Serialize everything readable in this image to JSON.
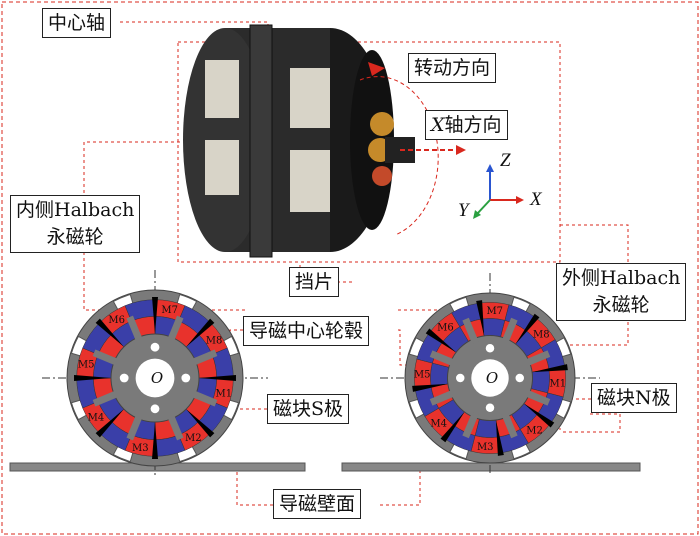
{
  "labels": {
    "center_shaft": "中心轴",
    "rotation_direction": "转动方向",
    "x_axis_direction_var": "X",
    "x_axis_direction_text": "轴方向",
    "inner_wheel_line1": "内侧Halbach",
    "inner_wheel_line2": "永磁轮",
    "baffle": "挡片",
    "outer_wheel_line1": "外侧Halbach",
    "outer_wheel_line2": "永磁轮",
    "magnetic_hub": "导磁中心轮毂",
    "magnet_s_pole": "磁块S极",
    "magnet_n_pole": "磁块N极",
    "magnetic_wall": "导磁壁面"
  },
  "axes": {
    "z": "Z",
    "x": "X",
    "y": "Y"
  },
  "wheel": {
    "center_label": "O",
    "magnets": [
      "M1",
      "M2",
      "M3",
      "M4",
      "M5",
      "M6",
      "M7",
      "M8"
    ]
  },
  "colors": {
    "red": "#e8322c",
    "blue": "#3a3fa8",
    "gray": "#7a7a7a",
    "dash": "#d9281e"
  }
}
